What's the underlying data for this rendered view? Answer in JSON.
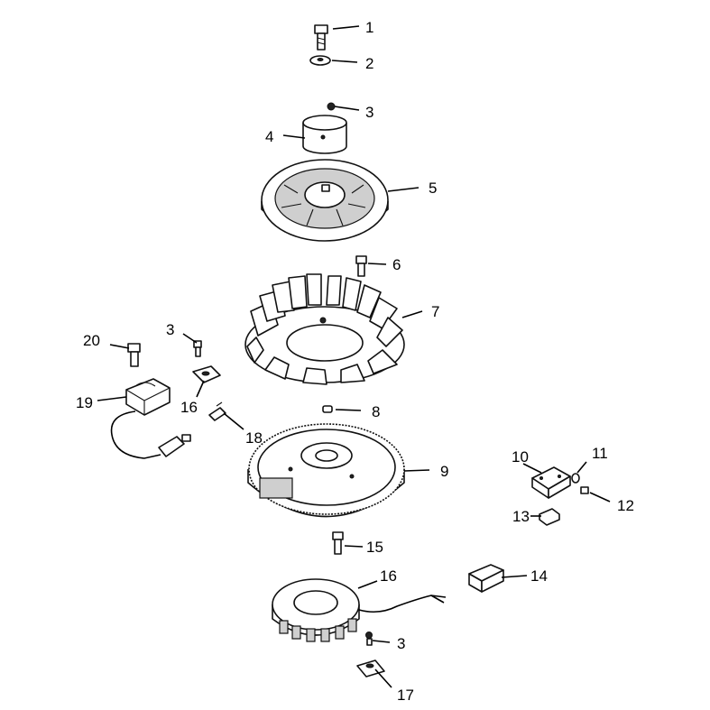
{
  "diagram": {
    "callouts": {
      "c1": "1",
      "c2": "2",
      "c3a": "3",
      "c4": "4",
      "c5": "5",
      "c6": "6",
      "c7": "7",
      "c3b": "3",
      "c20": "20",
      "c19": "19",
      "c16a": "16",
      "c18": "18",
      "c8": "8",
      "c9": "9",
      "c10": "10",
      "c11": "11",
      "c12": "12",
      "c13": "13",
      "c15": "15",
      "c14": "14",
      "c16b": "16",
      "c3c": "3",
      "c17": "17"
    }
  }
}
